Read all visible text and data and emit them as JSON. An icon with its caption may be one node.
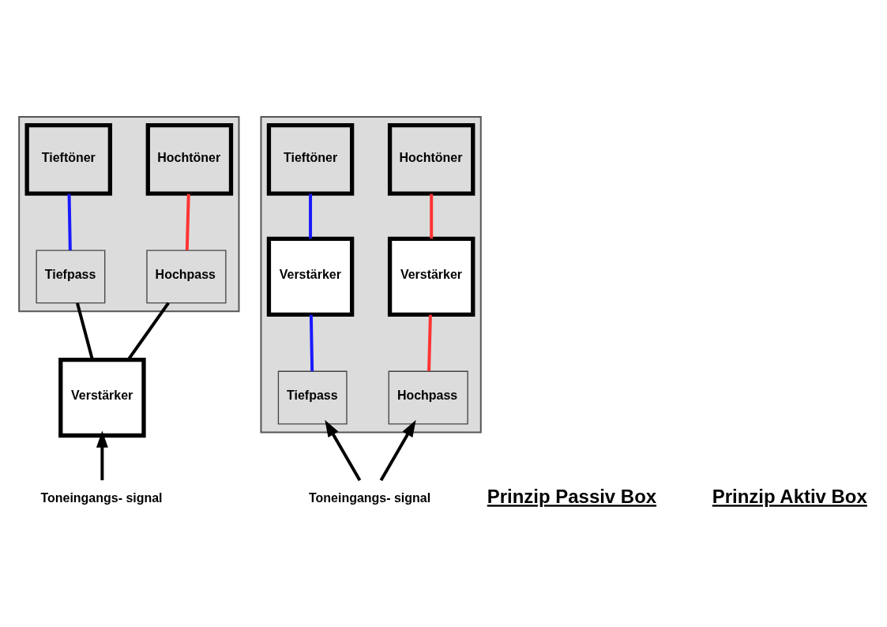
{
  "diagram": {
    "nodes": [
      {
        "text": [],
        "shape": "box"
      },
      {
        "text": [
          "Hochtöner"
        ],
        "in": 0
      },
      {
        "text": [
          "Hochpass"
        ],
        "in": 0
      },
      {
        "text": [
          "Verstärker"
        ]
      },
      {
        "text": [
          "Tiefpass"
        ],
        "in": 0
      },
      {
        "text": [
          "Tieftöner"
        ],
        "in": 0
      },
      {
        "text": [
          "Toneingangs- signal"
        ]
      },
      {
        "text": [],
        "shape": "box"
      },
      {
        "text": [
          "Hochtöner"
        ],
        "in": 7
      },
      {
        "text": [
          "Verstärker"
        ],
        "in": 7
      },
      {
        "text": [
          "Hochpass"
        ],
        "in": 7
      },
      {
        "text": [
          "Tiefpass"
        ],
        "in": 7
      },
      {
        "text": [
          "Verstärker"
        ],
        "in": 7
      },
      {
        "text": [
          "Tieftöner"
        ],
        "in": 7
      },
      {
        "text": [
          "Toneingangs- signal"
        ]
      }
    ],
    "edges": [
      {
        "from": 6,
        "to": 3,
        "arrow": "to"
      },
      {
        "from": 3,
        "to": 2,
        "arrow": "none"
      },
      {
        "from": 3,
        "to": 4,
        "arrow": "none"
      },
      {
        "from": 2,
        "to": 1,
        "arrow": "none",
        "color": "#ff3333"
      },
      {
        "from": 4,
        "to": 5,
        "arrow": "none",
        "color": "#1a1aff"
      },
      {
        "from": 14,
        "to": 10,
        "arrow": "to"
      },
      {
        "from": 14,
        "to": 11,
        "arrow": "to"
      },
      {
        "from": 10,
        "to": 9,
        "arrow": "none",
        "color": "#ff3333"
      },
      {
        "from": 9,
        "to": 8,
        "arrow": "none",
        "color": "#ff3333"
      },
      {
        "from": 11,
        "to": 12,
        "arrow": "none",
        "color": "#1a1aff"
      },
      {
        "from": 12,
        "to": 13,
        "arrow": "none",
        "color": "#1a1aff"
      }
    ],
    "labels": [
      "Prinzip Passiv Box",
      "Prinzip Aktiv Box"
    ]
  }
}
